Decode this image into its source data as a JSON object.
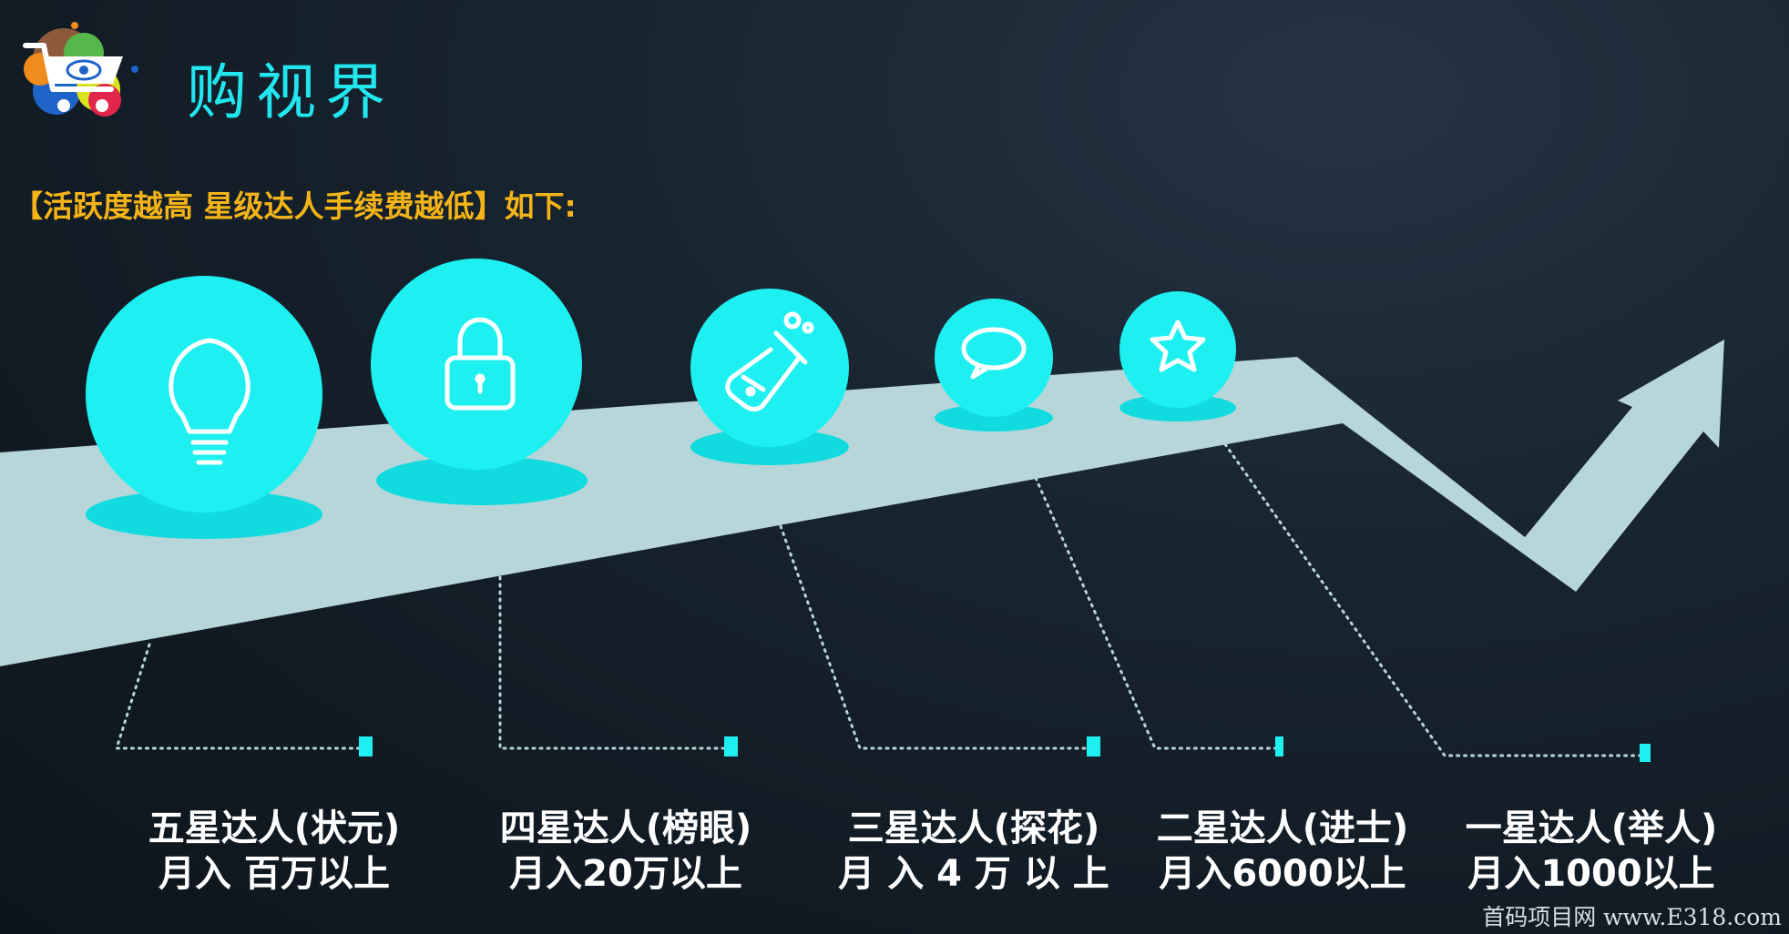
{
  "brand": {
    "name": "购视界",
    "logo_icon": "shopping-cart-eye-icon"
  },
  "headline": "【活跃度越高 星级达人手续费越低】如下:",
  "colors": {
    "accent": "#1ef0f2",
    "headline": "#f4b418",
    "track": "#b7d6da"
  },
  "levels": [
    {
      "icon": "lightbulb-icon",
      "name": "五星达人(状元)",
      "income": "月入 百万以上"
    },
    {
      "icon": "padlock-icon",
      "name": "四星达人(榜眼)",
      "income": "月入20万以上"
    },
    {
      "icon": "flask-icon",
      "name": "三星达人(探花)",
      "income": "月 入 4 万 以 上"
    },
    {
      "icon": "chat-bubble-icon",
      "name": "二星达人(进士)",
      "income": "月入6000以上"
    },
    {
      "icon": "star-icon",
      "name": "一星达人(举人)",
      "income": "月入1000以上"
    }
  ],
  "watermark": "首码项目网 www.E318.com"
}
